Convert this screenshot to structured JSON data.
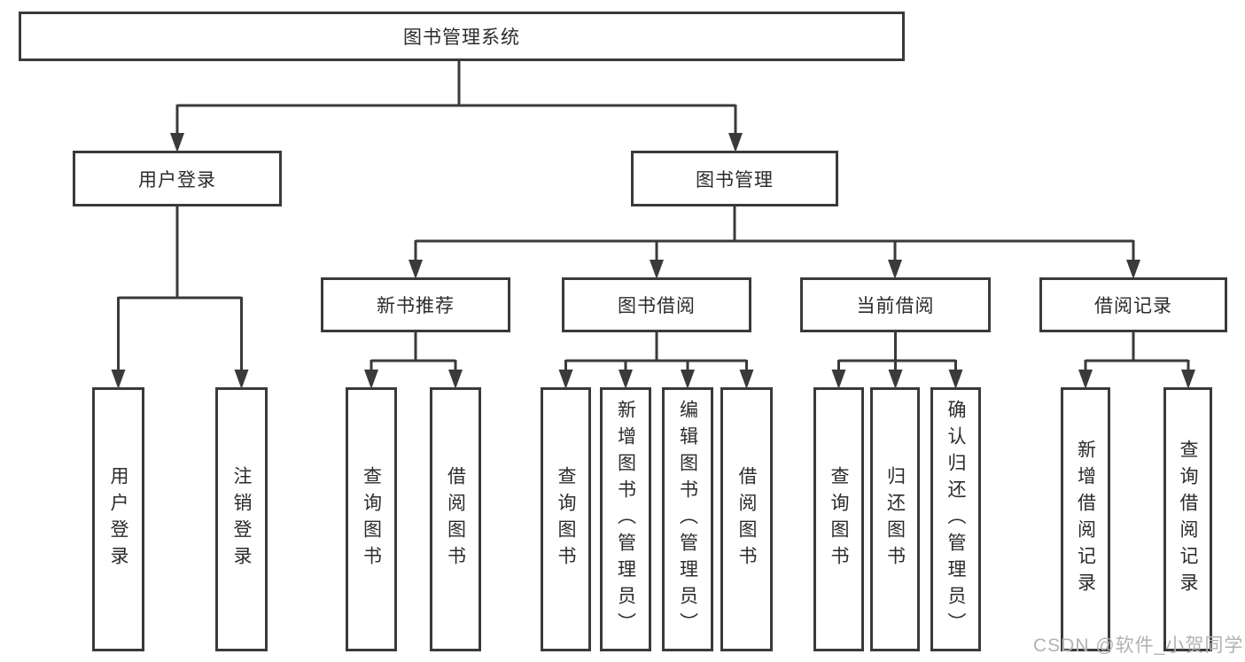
{
  "diagram": {
    "title": "图书管理系统",
    "colors": {
      "line": "#3a3a3a",
      "box_border": "#3a3a3a",
      "text": "#2b2b2b",
      "watermark": "#b2b2b2",
      "background": "#ffffff"
    },
    "root": {
      "label": "图书管理系统"
    },
    "level2": [
      {
        "id": "user-login",
        "label": "用户登录"
      },
      {
        "id": "book-management",
        "label": "图书管理"
      }
    ],
    "level3": [
      {
        "id": "new-book-recommendation",
        "label": "新书推荐",
        "parent": "图书管理"
      },
      {
        "id": "book-borrowing",
        "label": "图书借阅",
        "parent": "图书管理"
      },
      {
        "id": "current-borrowing",
        "label": "当前借阅",
        "parent": "图书管理"
      },
      {
        "id": "borrowing-records",
        "label": "借阅记录",
        "parent": "图书管理"
      }
    ],
    "leaves": [
      {
        "id": "user-login-leaf",
        "label": "用户登录",
        "parent": "用户登录"
      },
      {
        "id": "logout",
        "label": "注销登录",
        "parent": "用户登录"
      },
      {
        "id": "query-books-rec",
        "label": "查询图书",
        "parent": "新书推荐"
      },
      {
        "id": "borrow-books-rec",
        "label": "借阅图书",
        "parent": "新书推荐"
      },
      {
        "id": "query-books-borrow",
        "label": "查询图书",
        "parent": "图书借阅"
      },
      {
        "id": "add-books-admin",
        "label": "新增图书（管理员）",
        "parent": "图书借阅"
      },
      {
        "id": "edit-books-admin",
        "label": "编辑图书（管理员）",
        "parent": "图书借阅"
      },
      {
        "id": "borrow-books",
        "label": "借阅图书",
        "parent": "图书借阅"
      },
      {
        "id": "query-books-current",
        "label": "查询图书",
        "parent": "当前借阅"
      },
      {
        "id": "return-books",
        "label": "归还图书",
        "parent": "当前借阅"
      },
      {
        "id": "confirm-return-admin",
        "label": "确认归还（管理员）",
        "parent": "当前借阅"
      },
      {
        "id": "add-borrow-record",
        "label": "新增借阅记录",
        "parent": "借阅记录"
      },
      {
        "id": "query-borrow-record",
        "label": "查询借阅记录",
        "parent": "借阅记录"
      }
    ],
    "watermark": {
      "text": "CSDN @软件_小贺同学"
    }
  }
}
